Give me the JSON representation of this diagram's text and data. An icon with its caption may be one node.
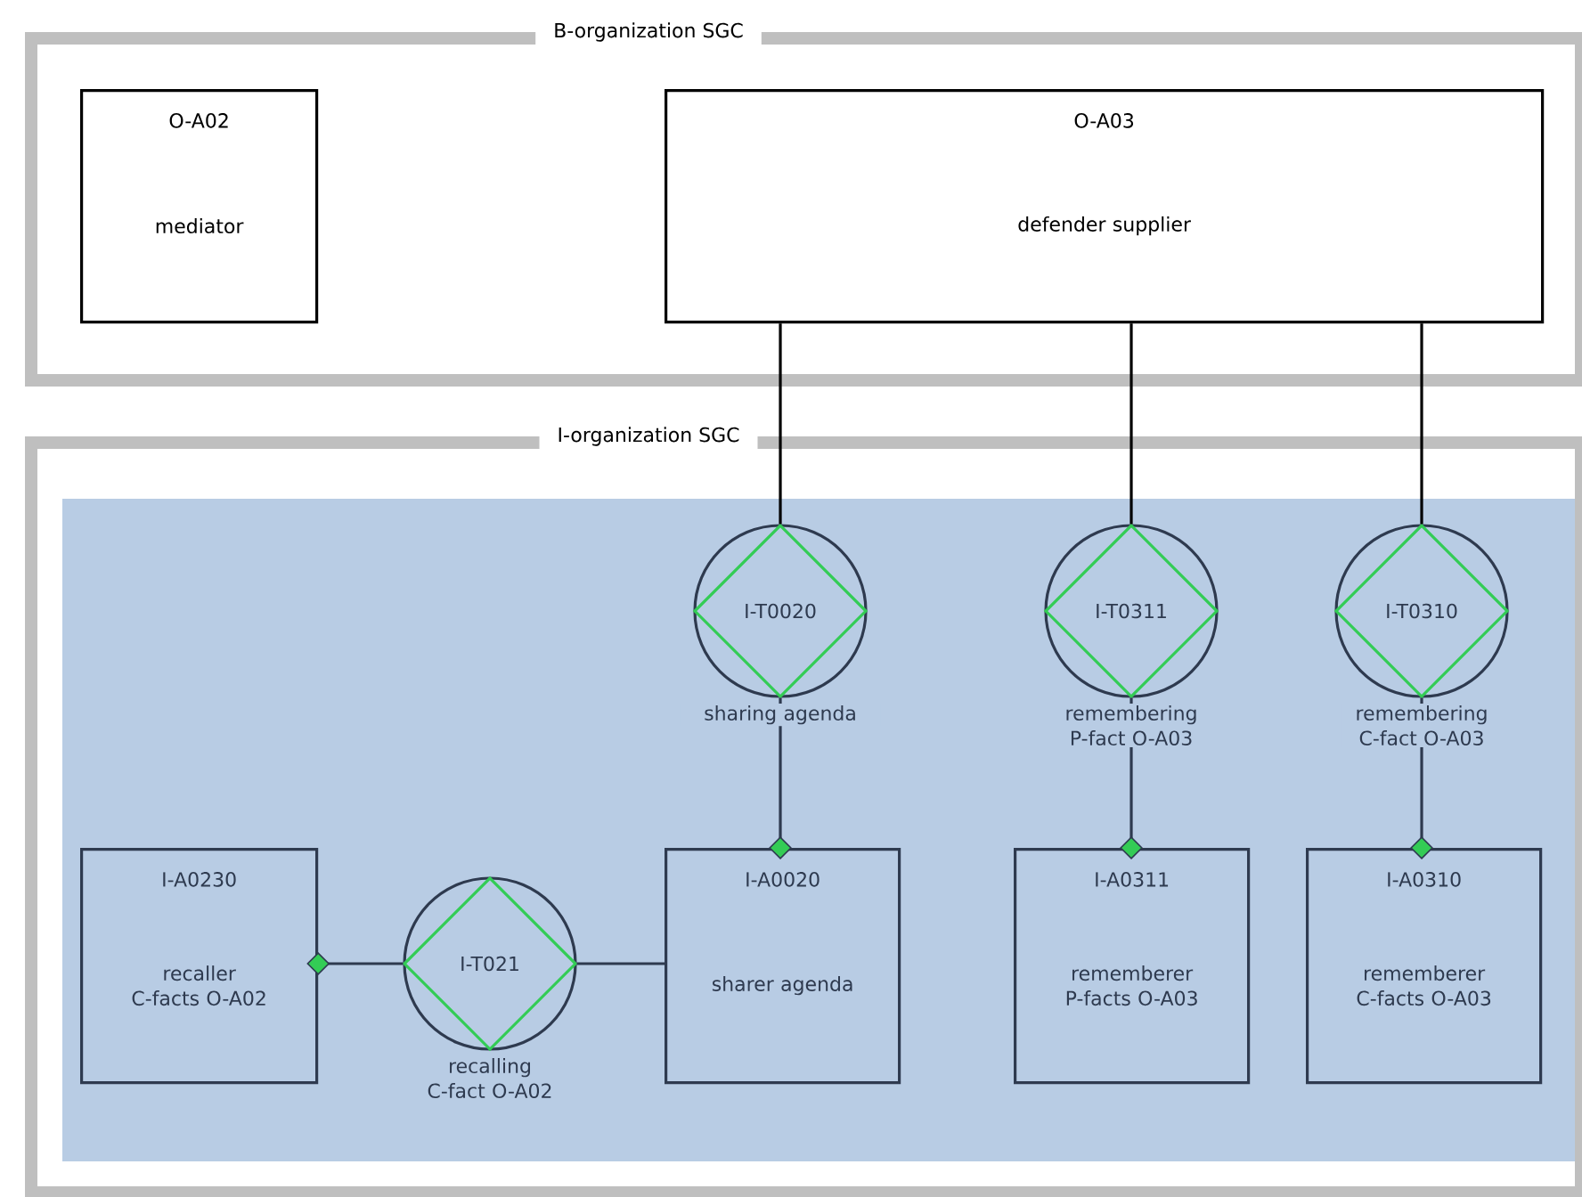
{
  "diagram": {
    "nodes": [
      {
        "text": [
          "B-organization SGC"
        ]
      },
      {
        "text": [
          "O-A02",
          "mediator"
        ],
        "in": 0
      },
      {
        "text": [
          "O-A03",
          "defender supplier"
        ],
        "in": 0
      },
      {
        "text": [
          "I-organization SGC"
        ]
      },
      {
        "text": [
          "I-T0020"
        ],
        "beside": [
          "sharing agenda"
        ],
        "in": 3
      },
      {
        "text": [
          "I-T0311"
        ],
        "beside": [
          "remembering P-fact O-A03"
        ],
        "in": 3
      },
      {
        "text": [
          "I-T0310"
        ],
        "beside": [
          "remembering C-fact O-A03"
        ],
        "in": 3
      },
      {
        "text": [
          "I-A0230",
          "recaller C-facts O-A02"
        ],
        "in": 3
      },
      {
        "text": [
          "I-T021"
        ],
        "beside": [
          "recalling C-fact O-A02"
        ],
        "in": 3
      },
      {
        "text": [
          "I-A0020",
          "sharer agenda"
        ],
        "in": 3
      },
      {
        "text": [
          "I-A0311",
          "rememberer P-facts O-A03"
        ],
        "in": 3
      },
      {
        "text": [
          "I-A0310",
          "rememberer C-facts O-A03"
        ],
        "in": 3
      }
    ],
    "edges": [
      {
        "from": 2,
        "to": 4,
        "arrow": "none"
      },
      {
        "from": 2,
        "to": 5,
        "arrow": "none"
      },
      {
        "from": 2,
        "to": 6,
        "arrow": "none"
      },
      {
        "from": 4,
        "to": 9,
        "arrow": "other"
      },
      {
        "from": 5,
        "to": 10,
        "arrow": "other"
      },
      {
        "from": 6,
        "to": 11,
        "arrow": "other"
      },
      {
        "from": 8,
        "to": 7,
        "arrow": "other"
      },
      {
        "from": 8,
        "to": 9,
        "arrow": "none"
      }
    ]
  }
}
